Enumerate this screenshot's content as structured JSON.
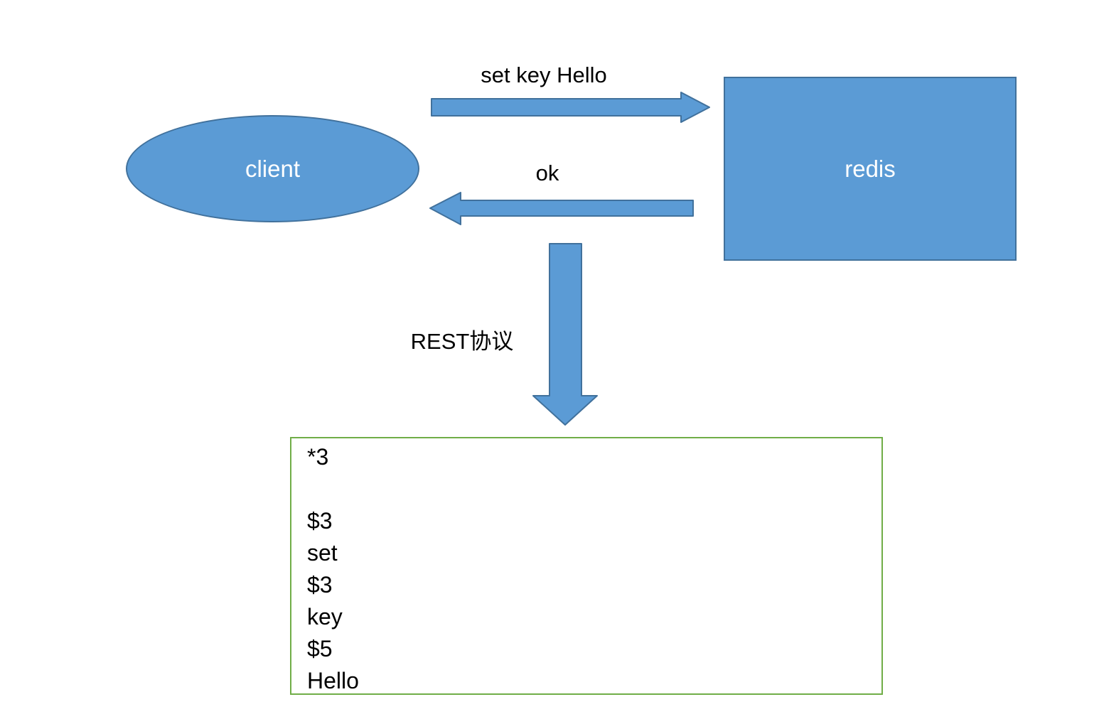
{
  "diagram": {
    "nodes": {
      "client_label": "client",
      "redis_label": "redis"
    },
    "arrows": {
      "request_label": "set key Hello",
      "response_label": "ok",
      "protocol_label": "REST协议"
    },
    "protocol_box": {
      "lines": [
        "*3",
        "",
        "$3",
        "set",
        "$3",
        "key",
        "$5",
        "Hello"
      ]
    },
    "colors": {
      "shape_fill": "#5b9bd5",
      "shape_border": "#41719c",
      "protocol_box_border": "#70ad47",
      "label_text": "#000000",
      "node_text": "#ffffff",
      "background": "#ffffff"
    }
  }
}
